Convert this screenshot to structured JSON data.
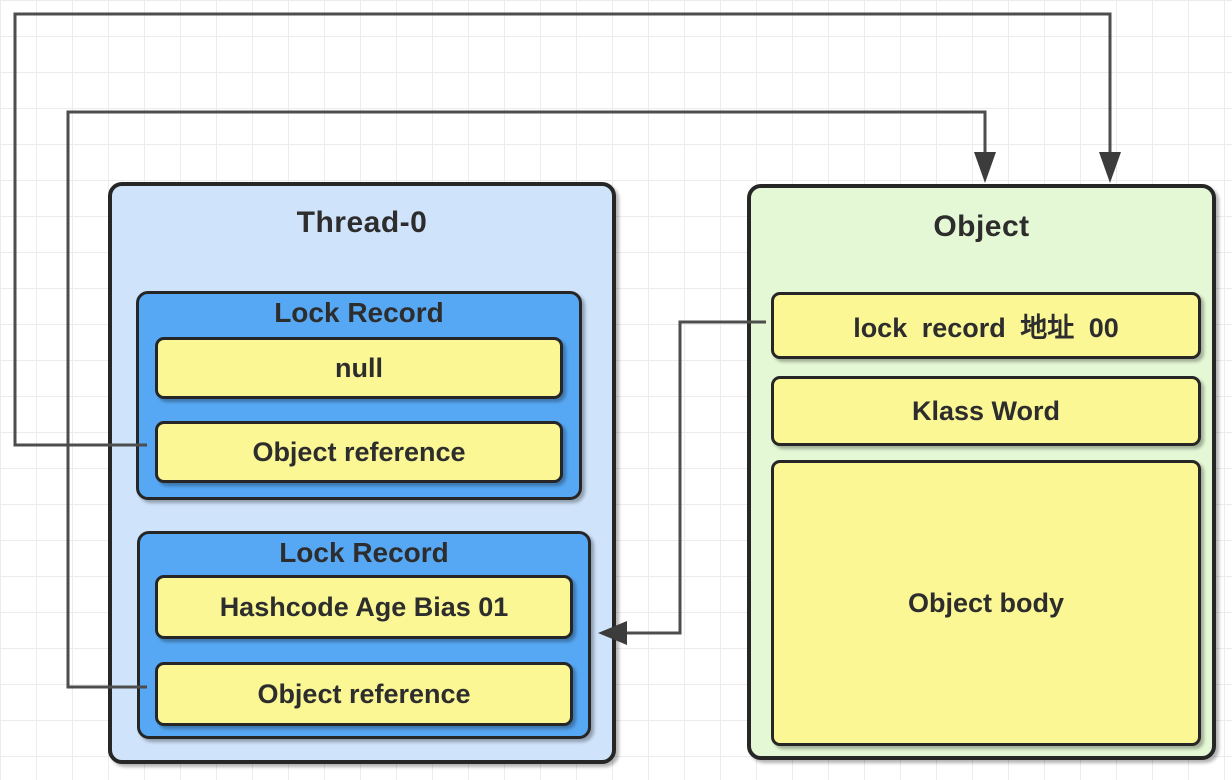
{
  "diagram": {
    "thread": {
      "title": "Thread-0",
      "lock_records": [
        {
          "title": "Lock Record",
          "slot1": "null",
          "slot2": "Object reference"
        },
        {
          "title": "Lock Record",
          "slot1": "Hashcode Age Bias 01",
          "slot2": "Object reference"
        }
      ]
    },
    "object": {
      "title": "Object",
      "mark_word": "lock record 地址 00",
      "klass_word": "Klass Word",
      "body": "Object body"
    },
    "connectors": [
      {
        "name": "upper-object-reference-to-object",
        "from": "Object reference (upper Lock Record)",
        "to": "Object (top edge, right arrow)"
      },
      {
        "name": "lower-object-reference-to-object",
        "from": "Object reference (lower Lock Record)",
        "to": "Object (top edge, left arrow)"
      },
      {
        "name": "mark-word-to-lock-record",
        "from": "lock record 地址 00",
        "to": "Lock Record (lower)"
      }
    ],
    "colors": {
      "thread_fill": "#cfe3fa",
      "lock_record_fill": "#57a8f4",
      "slot_fill": "#fbf795",
      "object_fill": "#e5f8d6",
      "border": "#262626",
      "wire": "#4d4d4d",
      "text": "#2d2d2d",
      "grid": "#ececec",
      "background": "#ffffff"
    }
  }
}
